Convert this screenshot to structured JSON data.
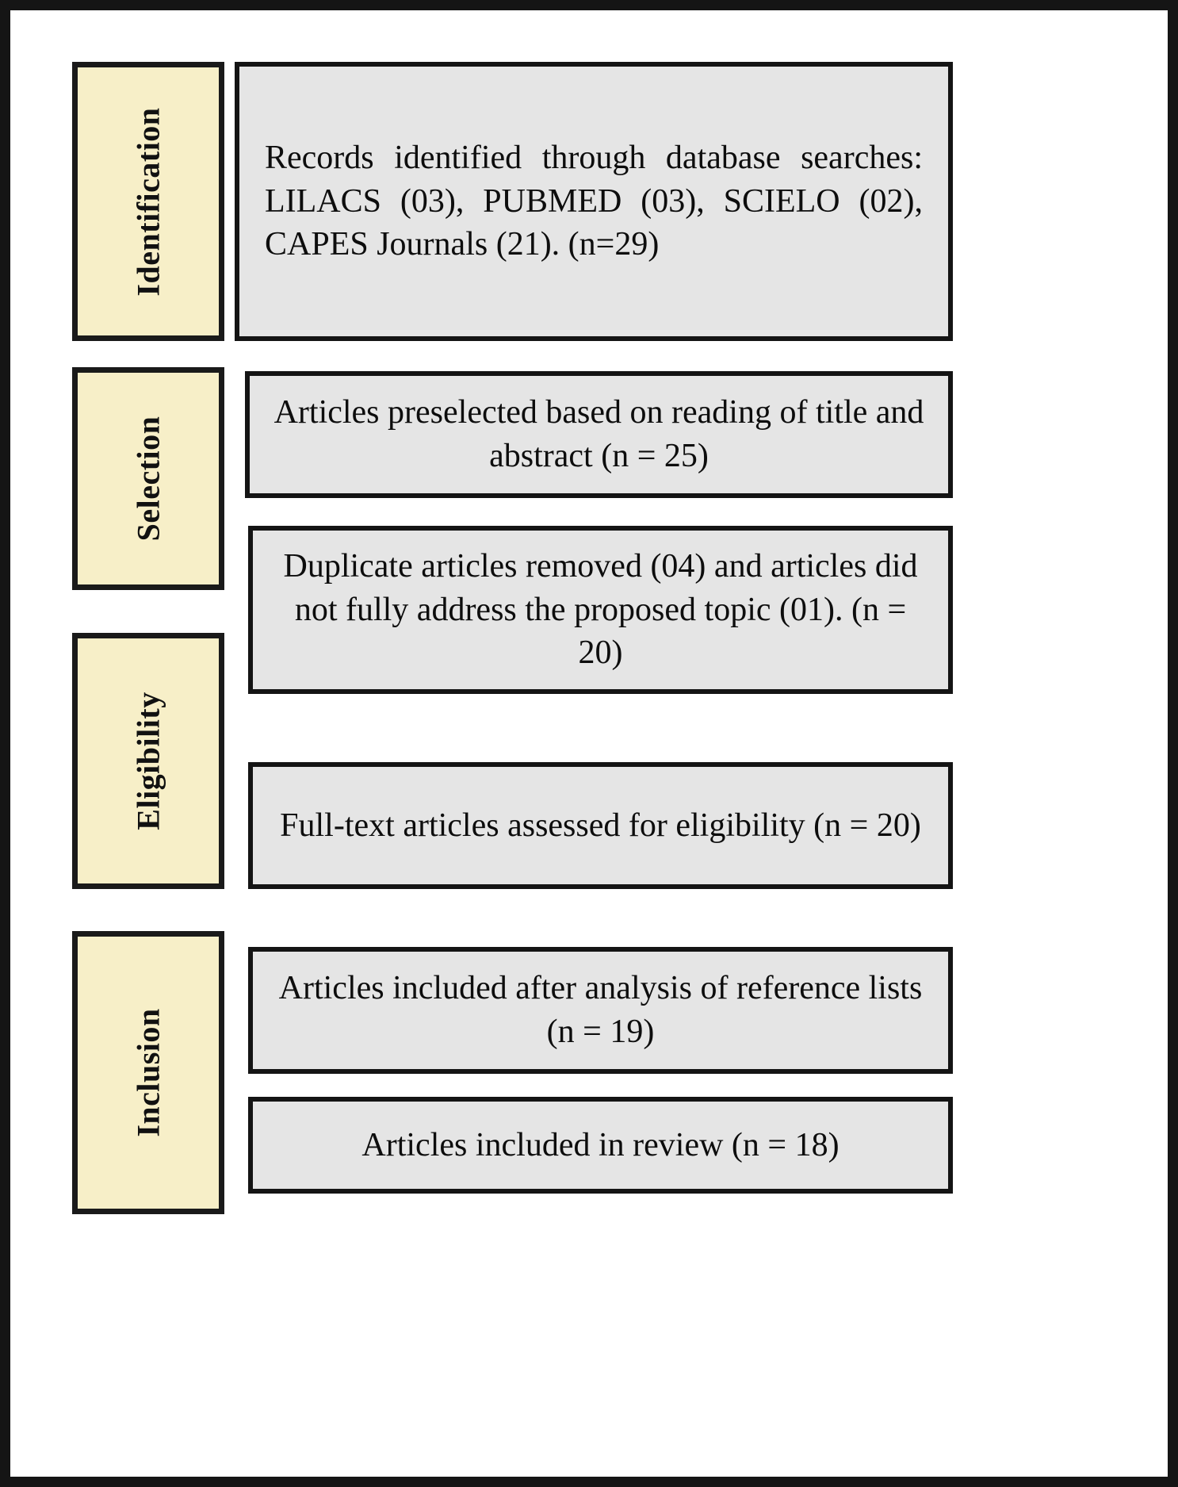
{
  "diagram": {
    "type": "prisma-flow-diagram",
    "frame_color": "#151515",
    "stage_label_color": "#F7EFC8",
    "box_fill_color": "#E5E5E5",
    "text_color": "#0d0d0d",
    "stages": [
      {
        "id": "identification",
        "label": "Identification",
        "boxes": [
          {
            "id": "identification-records",
            "text": "Records identified through database searches: LILACS (03), PUBMED (03), SCIELO (02), CAPES Journals (21). (n=29)",
            "align": "justify",
            "counts": {
              "LILACS": "03",
              "PUBMED": "03",
              "SCIELO": "02",
              "CAPES Journals": "21",
              "n": "29"
            }
          }
        ]
      },
      {
        "id": "selection",
        "label": "Selection",
        "boxes": [
          {
            "id": "preselected-articles",
            "text": "Articles preselected based on reading of title and abstract (n = 25)",
            "align": "center",
            "counts": {
              "n": "25"
            }
          },
          {
            "id": "duplicates-removed",
            "text": "Duplicate articles removed (04) and articles did not fully address the proposed topic (01). (n = 20)",
            "align": "center",
            "counts": {
              "duplicates": "04",
              "off_topic": "01",
              "n": "20"
            }
          }
        ]
      },
      {
        "id": "eligibility",
        "label": "Eligibility",
        "boxes": [
          {
            "id": "fulltext-assessed",
            "text": "Full-text articles assessed for eligibility (n = 20)",
            "align": "center",
            "counts": {
              "n": "20"
            }
          }
        ]
      },
      {
        "id": "inclusion",
        "label": "Inclusion",
        "boxes": [
          {
            "id": "included-after-reference-lists",
            "text": "Articles included after analysis of reference lists (n = 19)",
            "align": "center",
            "counts": {
              "n": "19"
            }
          },
          {
            "id": "included-in-review",
            "text": "Articles included in review (n = 18)",
            "align": "center",
            "counts": {
              "n": "18"
            }
          }
        ]
      }
    ]
  }
}
